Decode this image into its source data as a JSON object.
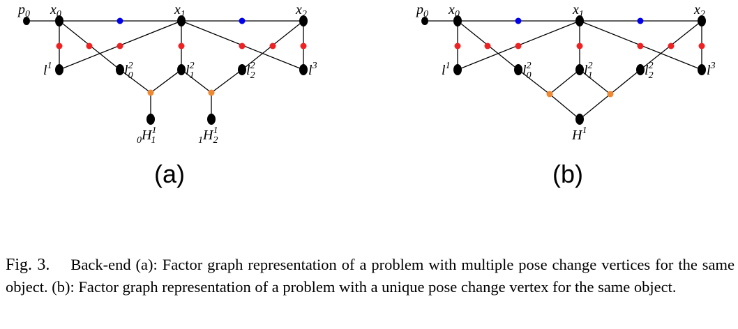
{
  "labels": {
    "p0": "p0",
    "x0": "x0",
    "x1": "x1",
    "x2": "x2",
    "l1": "l1",
    "l20": "l20",
    "l21": "l21",
    "l22": "l22",
    "l3": "l3",
    "H1_0": "0H11",
    "H2_1": "1H21",
    "H1": "H1"
  },
  "panels": {
    "a": "(a)",
    "b": "(b)"
  },
  "caption": {
    "number": "Fig. 3.",
    "text": "Back-end (a): Factor graph representation of a problem with multiple pose change vertices for the same object. (b): Factor graph representation of a problem with a unique pose change vertex for the same object."
  },
  "colors": {
    "variable_node": "#000000",
    "odometry_factor": "#0000ee",
    "landmark_factor": "#ee2222",
    "pose_change_factor": "#ee8833"
  }
}
